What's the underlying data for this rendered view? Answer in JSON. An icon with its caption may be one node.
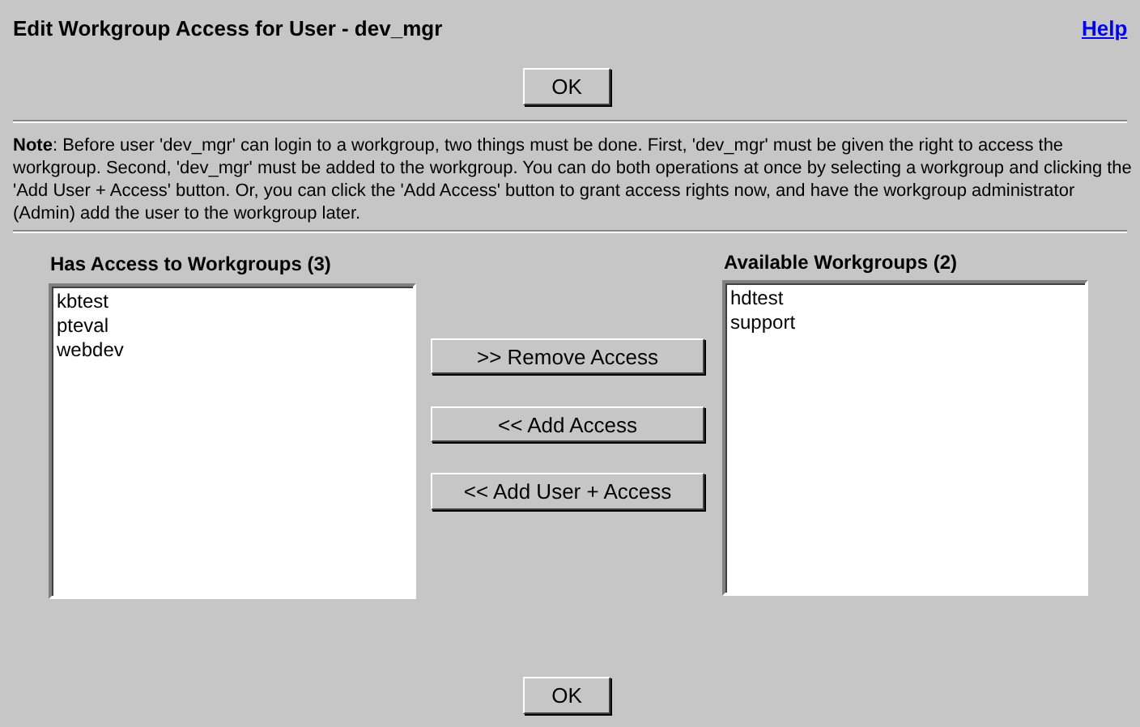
{
  "diagram": {
    "title": "Edit Workgroup Access for User - dev_mgr",
    "nodes": [
      {
        "text": [
          "Has Access to Workgroups (3)",
          "kbtest",
          "pteval",
          "webdev"
        ]
      },
      {
        "text": [
          "Available Workgroups (2)",
          "hdtest",
          "support"
        ]
      }
    ],
    "labels": [
      "Help",
      "OK",
      "**Note**: Before user 'dev_mgr' can login to a workgroup, two things must be done. First, 'dev_mgr' must be given the right to access the workgroup. Second, 'dev_mgr' must be added to the workgroup. You can do both operations at once by selecting a workgroup and clicking the 'Add User + Access' button. Or, you can click the 'Add Access' button to grant access rights now, and have the workgroup administrator (Admin) add the user to the workgroup later.",
      ">> Remove Access",
      "<< Add Access",
      "<< Add User + Access",
      "OK"
    ]
  }
}
